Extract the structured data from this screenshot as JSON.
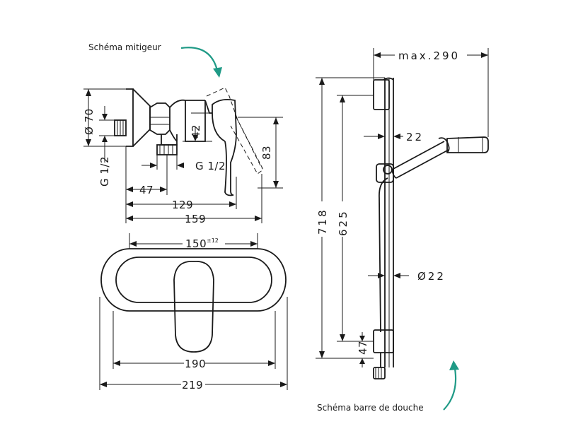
{
  "labels": {
    "mixer_schema": "Schéma mitigeur",
    "shower_bar_schema": "Schéma barre de douche"
  },
  "mixer_side_view": {
    "diameter": "Ø 70",
    "thread_inlet": "G 1/2",
    "thread_outlet": "G 1/2",
    "height_42": "42",
    "height_83": "83",
    "depth_47": "47",
    "depth_129": "129",
    "depth_159": "159"
  },
  "mixer_front_view": {
    "centers": "150",
    "centers_tolerance": "±12",
    "width_190": "190",
    "width_219": "219"
  },
  "shower_bar": {
    "max_reach": "max.290",
    "bar_offset": "22",
    "bar_diameter": "Ø22",
    "total_height": "718",
    "rail_height": "625",
    "bottom_offset": "47"
  },
  "colors": {
    "line": "#1a1a1a",
    "accent_arrow": "#1f9a86"
  }
}
